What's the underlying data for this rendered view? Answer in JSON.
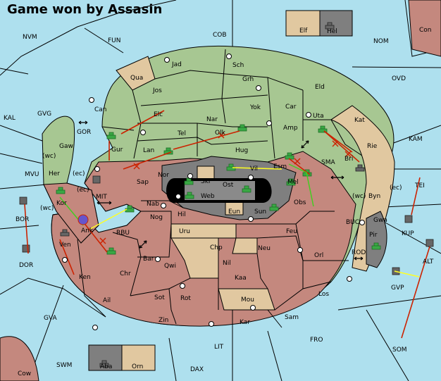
{
  "title": "Game won by Assasin",
  "colors": {
    "sea": "#aee0ee",
    "green": "#a7c792",
    "red": "#c4887e",
    "tan": "#e1c8a0",
    "gray": "#7f7f7f",
    "line": "#000000",
    "unit_green": "#3aa845",
    "unit_gray": "#666666",
    "arrow_red": "#cc2200",
    "arrow_green": "#44cc22",
    "arrow_yellow": "#ffff22",
    "arrow_orange": "#ffaa00"
  },
  "sea_labels": [
    "NVM",
    "FUN",
    "COB",
    "NOM",
    "Con",
    "OVD",
    "KAL",
    "GVG",
    "KAM",
    "GOR",
    "(wc)",
    "Gaw",
    "MVU",
    "Her",
    "(ec)",
    "SMA",
    "MIT",
    "(ec)",
    "Kor",
    "(wc)",
    "BOR",
    "Ank",
    "RBU",
    "TEI",
    "(ec)",
    "Byn",
    "(wc)",
    "BUC",
    "Gwa",
    "KUP",
    "Pir",
    "DOR",
    "Ven",
    "ROD",
    "ALT",
    "GVP",
    "GVA",
    "FRO",
    "LIT",
    "SOM",
    "SWM",
    "DAX",
    "Cow"
  ],
  "land_labels": [
    "Jad",
    "Sch",
    "Qua",
    "Jos",
    "Grh",
    "Eld",
    "Can",
    "Yok",
    "Car",
    "Uta",
    "Elc",
    "Nar",
    "Kat",
    "Tel",
    "Gur",
    "Olk",
    "Amp",
    "Lan",
    "Hug",
    "Rie",
    "Sap",
    "Nor",
    "Skr",
    "Vil",
    "Esm",
    "Bri",
    "Ost",
    "Web",
    "Mel",
    "Nab",
    "Hil",
    "Eun",
    "Sun",
    "Obs",
    "Nog",
    "Uru",
    "Feu",
    "Chp",
    "Neu",
    "Orl",
    "Bar",
    "Qwi",
    "Nil",
    "Ken",
    "Chr",
    "Kaa",
    "Los",
    "Ail",
    "Sot",
    "Rot",
    "Mou",
    "Zin",
    "Kar",
    "Sam"
  ],
  "inset_top": {
    "left": "Elf",
    "right": "Hel"
  },
  "inset_bottom": {
    "left": "Aba",
    "right": "Orn"
  }
}
